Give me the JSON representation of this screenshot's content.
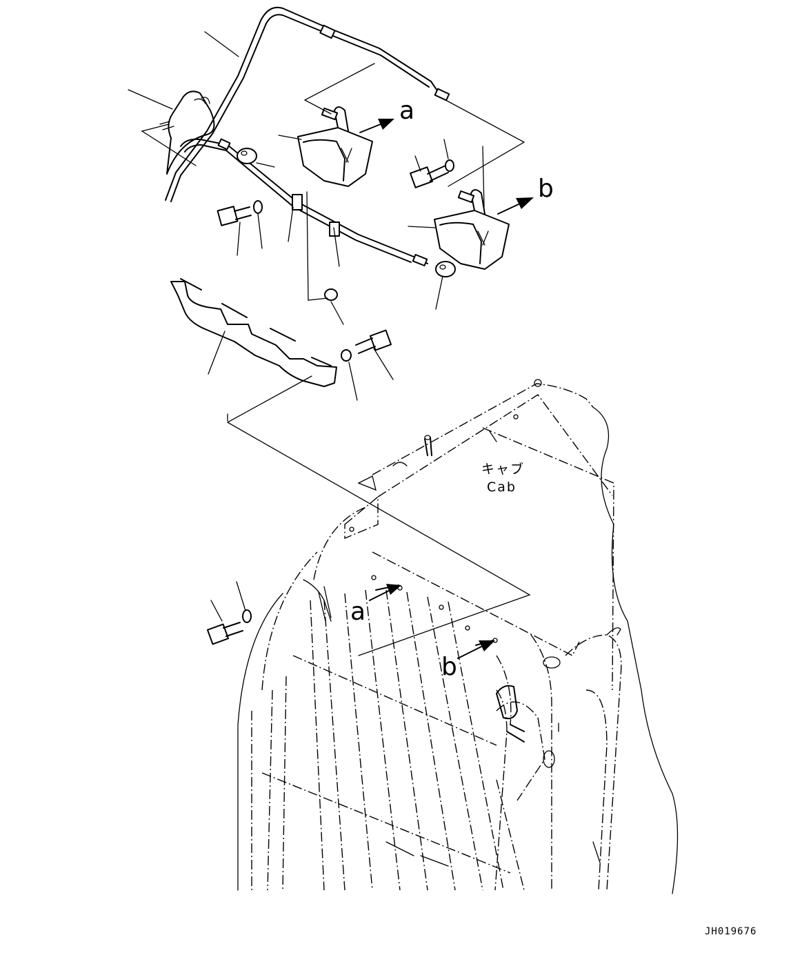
{
  "labels": {
    "lamp_a_top": "a",
    "lamp_b_top": "b",
    "mount_a": "a",
    "mount_b": "b",
    "cab_jp": "キャブ",
    "cab_en": "Cab",
    "drawing_id": "JH019676"
  }
}
